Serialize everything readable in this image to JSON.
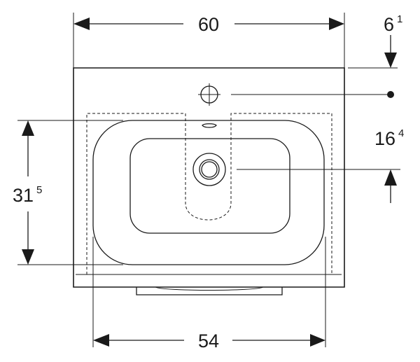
{
  "dimensions": {
    "overall_width": {
      "main": "60"
    },
    "rim_offset": {
      "main": "6",
      "sup": "1"
    },
    "tap_to_drain": {
      "main": "16",
      "sup": "4"
    },
    "bowl_depth": {
      "main": "31",
      "sup": "5"
    },
    "bowl_width": {
      "main": "54"
    }
  },
  "colors": {
    "line": "#1a1a1a",
    "background": "#ffffff"
  }
}
